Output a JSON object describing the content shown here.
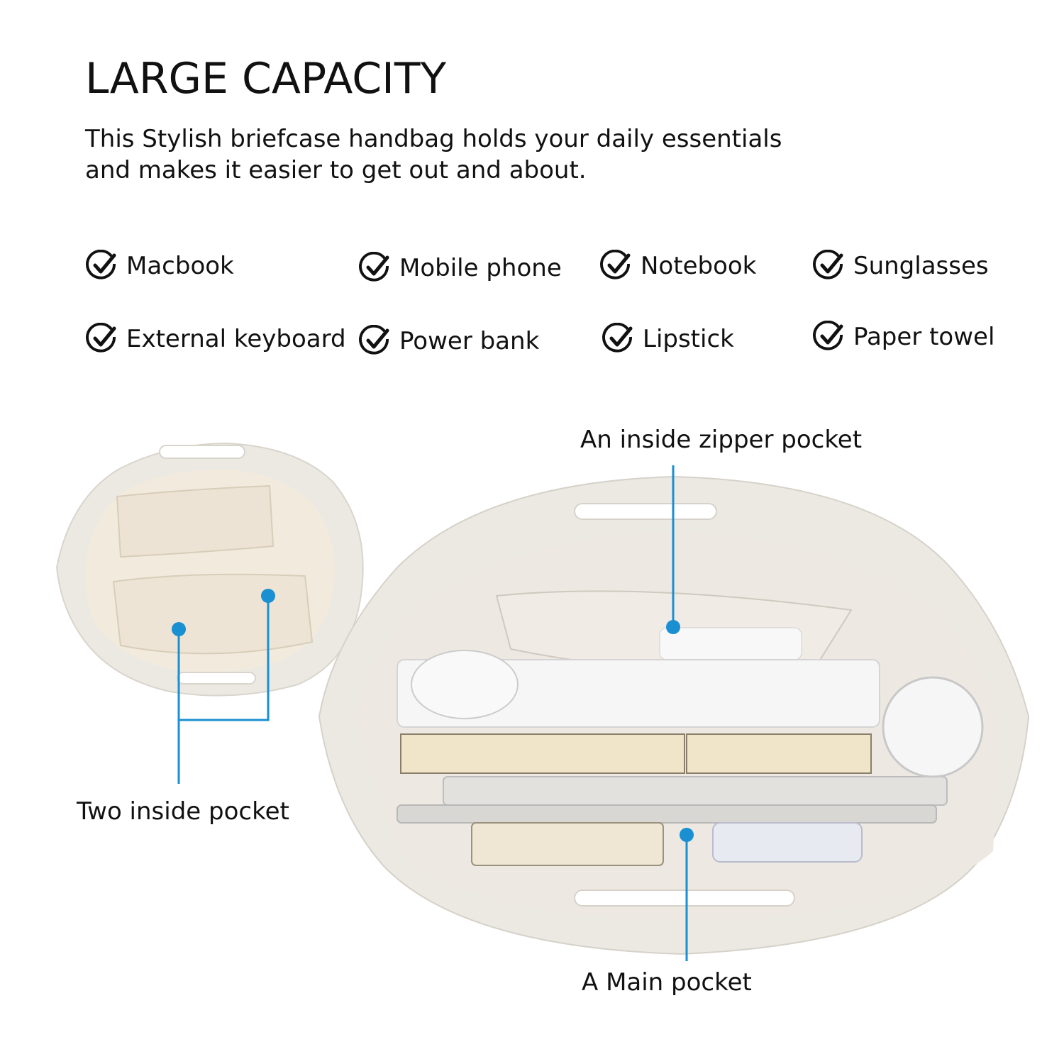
{
  "header": {
    "title": "LARGE CAPACITY",
    "subtitle_line1": "This Stylish briefcase handbag holds your daily essentials",
    "subtitle_line2": "and makes it easier to get out and about."
  },
  "checklist": {
    "icon": "check-circle-icon",
    "items": [
      "Macbook",
      "Mobile phone",
      "Notebook",
      "Sunglasses",
      "External keyboard",
      "Power bank",
      "Lipstick",
      "Paper towel"
    ]
  },
  "callouts": {
    "zipper_pocket": "An inside zipper pocket",
    "two_pockets": "Two inside pocket",
    "main_pocket": "A Main pocket"
  },
  "colors": {
    "accent_blue": "#1a8fd1",
    "bag_cream": "#efece6",
    "lining": "#f1e9dc"
  }
}
